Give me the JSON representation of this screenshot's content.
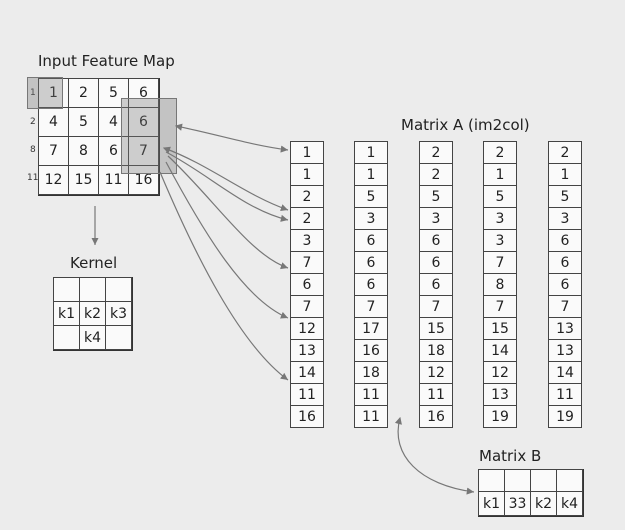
{
  "input_map": {
    "title": "Input Feature Map",
    "row_labels": [
      "1",
      "2",
      "8",
      "11"
    ],
    "cells": [
      "1",
      "2",
      "5",
      "6",
      "4",
      "5",
      "4",
      "6",
      "7",
      "8",
      "6",
      "7",
      "12",
      "15",
      "11",
      "16"
    ]
  },
  "kernel": {
    "title": "Kernel",
    "cells": [
      "",
      "",
      "",
      "k1",
      "k2",
      "k3",
      "",
      "k4",
      ""
    ]
  },
  "matrix_a": {
    "title": "Matrix A (im2col)",
    "columns": [
      [
        "1",
        "1",
        "2",
        "2",
        "3",
        "7",
        "6",
        "7",
        "12",
        "13",
        "14",
        "11",
        "16"
      ],
      [
        "1",
        "1",
        "5",
        "3",
        "6",
        "6",
        "6",
        "7",
        "17",
        "16",
        "18",
        "11",
        "11"
      ],
      [
        "2",
        "2",
        "5",
        "3",
        "6",
        "6",
        "6",
        "7",
        "15",
        "18",
        "12",
        "11",
        "16"
      ],
      [
        "2",
        "1",
        "5",
        "3",
        "3",
        "7",
        "8",
        "7",
        "15",
        "14",
        "12",
        "13",
        "19"
      ],
      [
        "2",
        "1",
        "5",
        "3",
        "6",
        "6",
        "6",
        "7",
        "13",
        "13",
        "14",
        "11",
        "19"
      ]
    ]
  },
  "matrix_b": {
    "title": "Matrix B",
    "top_row": [
      "",
      "",
      "",
      ""
    ],
    "bottom_row": [
      "k1",
      "33",
      "k2",
      "k4"
    ]
  }
}
